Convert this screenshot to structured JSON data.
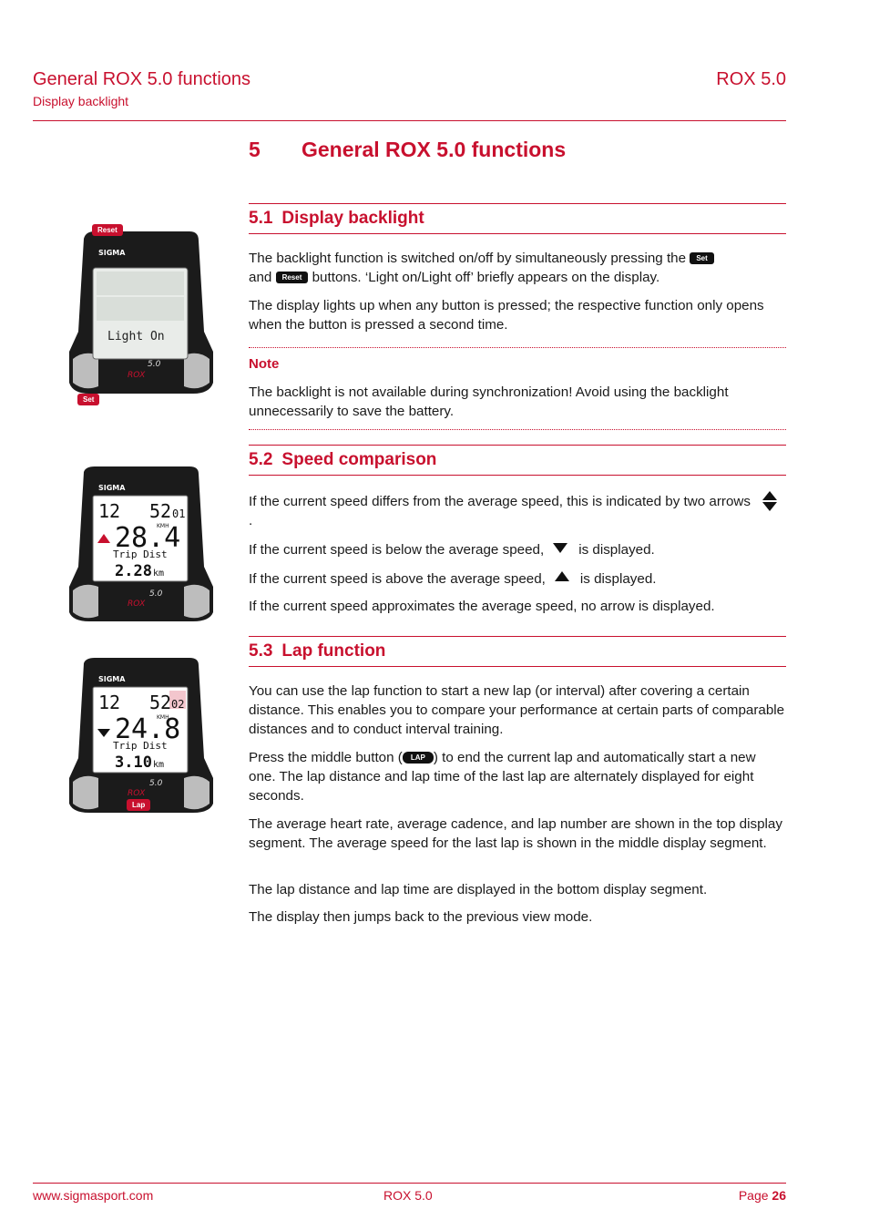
{
  "header": {
    "title": "General ROX 5.0 functions",
    "subtitle": "Display backlight",
    "product": "ROX 5.0"
  },
  "chapter": {
    "number": "5",
    "title": "General ROX 5.0 functions"
  },
  "sections": {
    "s1": {
      "number": "5.1",
      "title": "Display backlight",
      "p1a": "The backlight function is switched on/off by simultaneously pressing the",
      "p1_key1": "Set",
      "p1b": "and",
      "p1_key2": "Reset",
      "p1c": "buttons. ‘Light on/Light off’ briefly appears on the display.",
      "p2": "The display lights up when any button is pressed; the respective function only opens when the button is pressed a second time.",
      "note_label": "Note",
      "note_text": "The backlight is not available during synchronization! Avoid using the backlight unnecessarily to save the battery."
    },
    "s2": {
      "number": "5.2",
      "title": "Speed comparison",
      "p1a": "If the current speed differs from the average speed, this is indicated by two arrows",
      "p1b": ".",
      "p2a": "If the current speed is below the average speed,",
      "p2b": "is displayed.",
      "p3a": "If the current speed is above the average speed,",
      "p3b": "is displayed.",
      "p4": "If the current speed approximates the average speed, no arrow is displayed."
    },
    "s3": {
      "number": "5.3",
      "title": "Lap function",
      "p1": "You can use the lap function to start a new lap (or interval) after covering a certain distance. This enables you to compare your performance at certain parts of comparable distances and to conduct interval training.",
      "p2a": "Press the middle button (",
      "p2_key": "LAP",
      "p2b": ") to end the current lap and automatically start a new one. The lap distance and lap time of the last lap are alternately displayed for eight seconds.",
      "p3": "The average heart rate, average cadence, and lap number are shown in the top display segment. The average speed for the last lap is shown in the middle display segment.",
      "p4": "The lap distance and lap time are displayed in the bottom display segment.",
      "p5": "The display then jumps back to the previous view mode."
    }
  },
  "devices": {
    "d1": {
      "brand": "SIGMA",
      "model": "ROX",
      "version": "5.0",
      "screen_text": "Light On",
      "badge_top": "Reset",
      "badge_bottom": "Set"
    },
    "d2": {
      "brand": "SIGMA",
      "model": "ROX",
      "version": "5.0",
      "hr": "12",
      "cad": "52",
      "lap": "01",
      "speed": "28.4",
      "unit": "KMH",
      "label": "Trip Dist",
      "value": "2.28",
      "value_unit": "km"
    },
    "d3": {
      "brand": "SIGMA",
      "model": "ROX",
      "version": "5.0",
      "hr": "12",
      "cad": "52",
      "lap": "02",
      "speed": "24.8",
      "unit": "KMH",
      "label": "Trip Dist",
      "value": "3.10",
      "value_unit": "km",
      "badge_bottom": "Lap"
    }
  },
  "footer": {
    "url": "www.sigmasport.com",
    "product": "ROX 5.0",
    "page_label": "Page",
    "page_number": "26"
  },
  "colors": {
    "accent": "#c8102e",
    "text": "#1a1a1a"
  }
}
